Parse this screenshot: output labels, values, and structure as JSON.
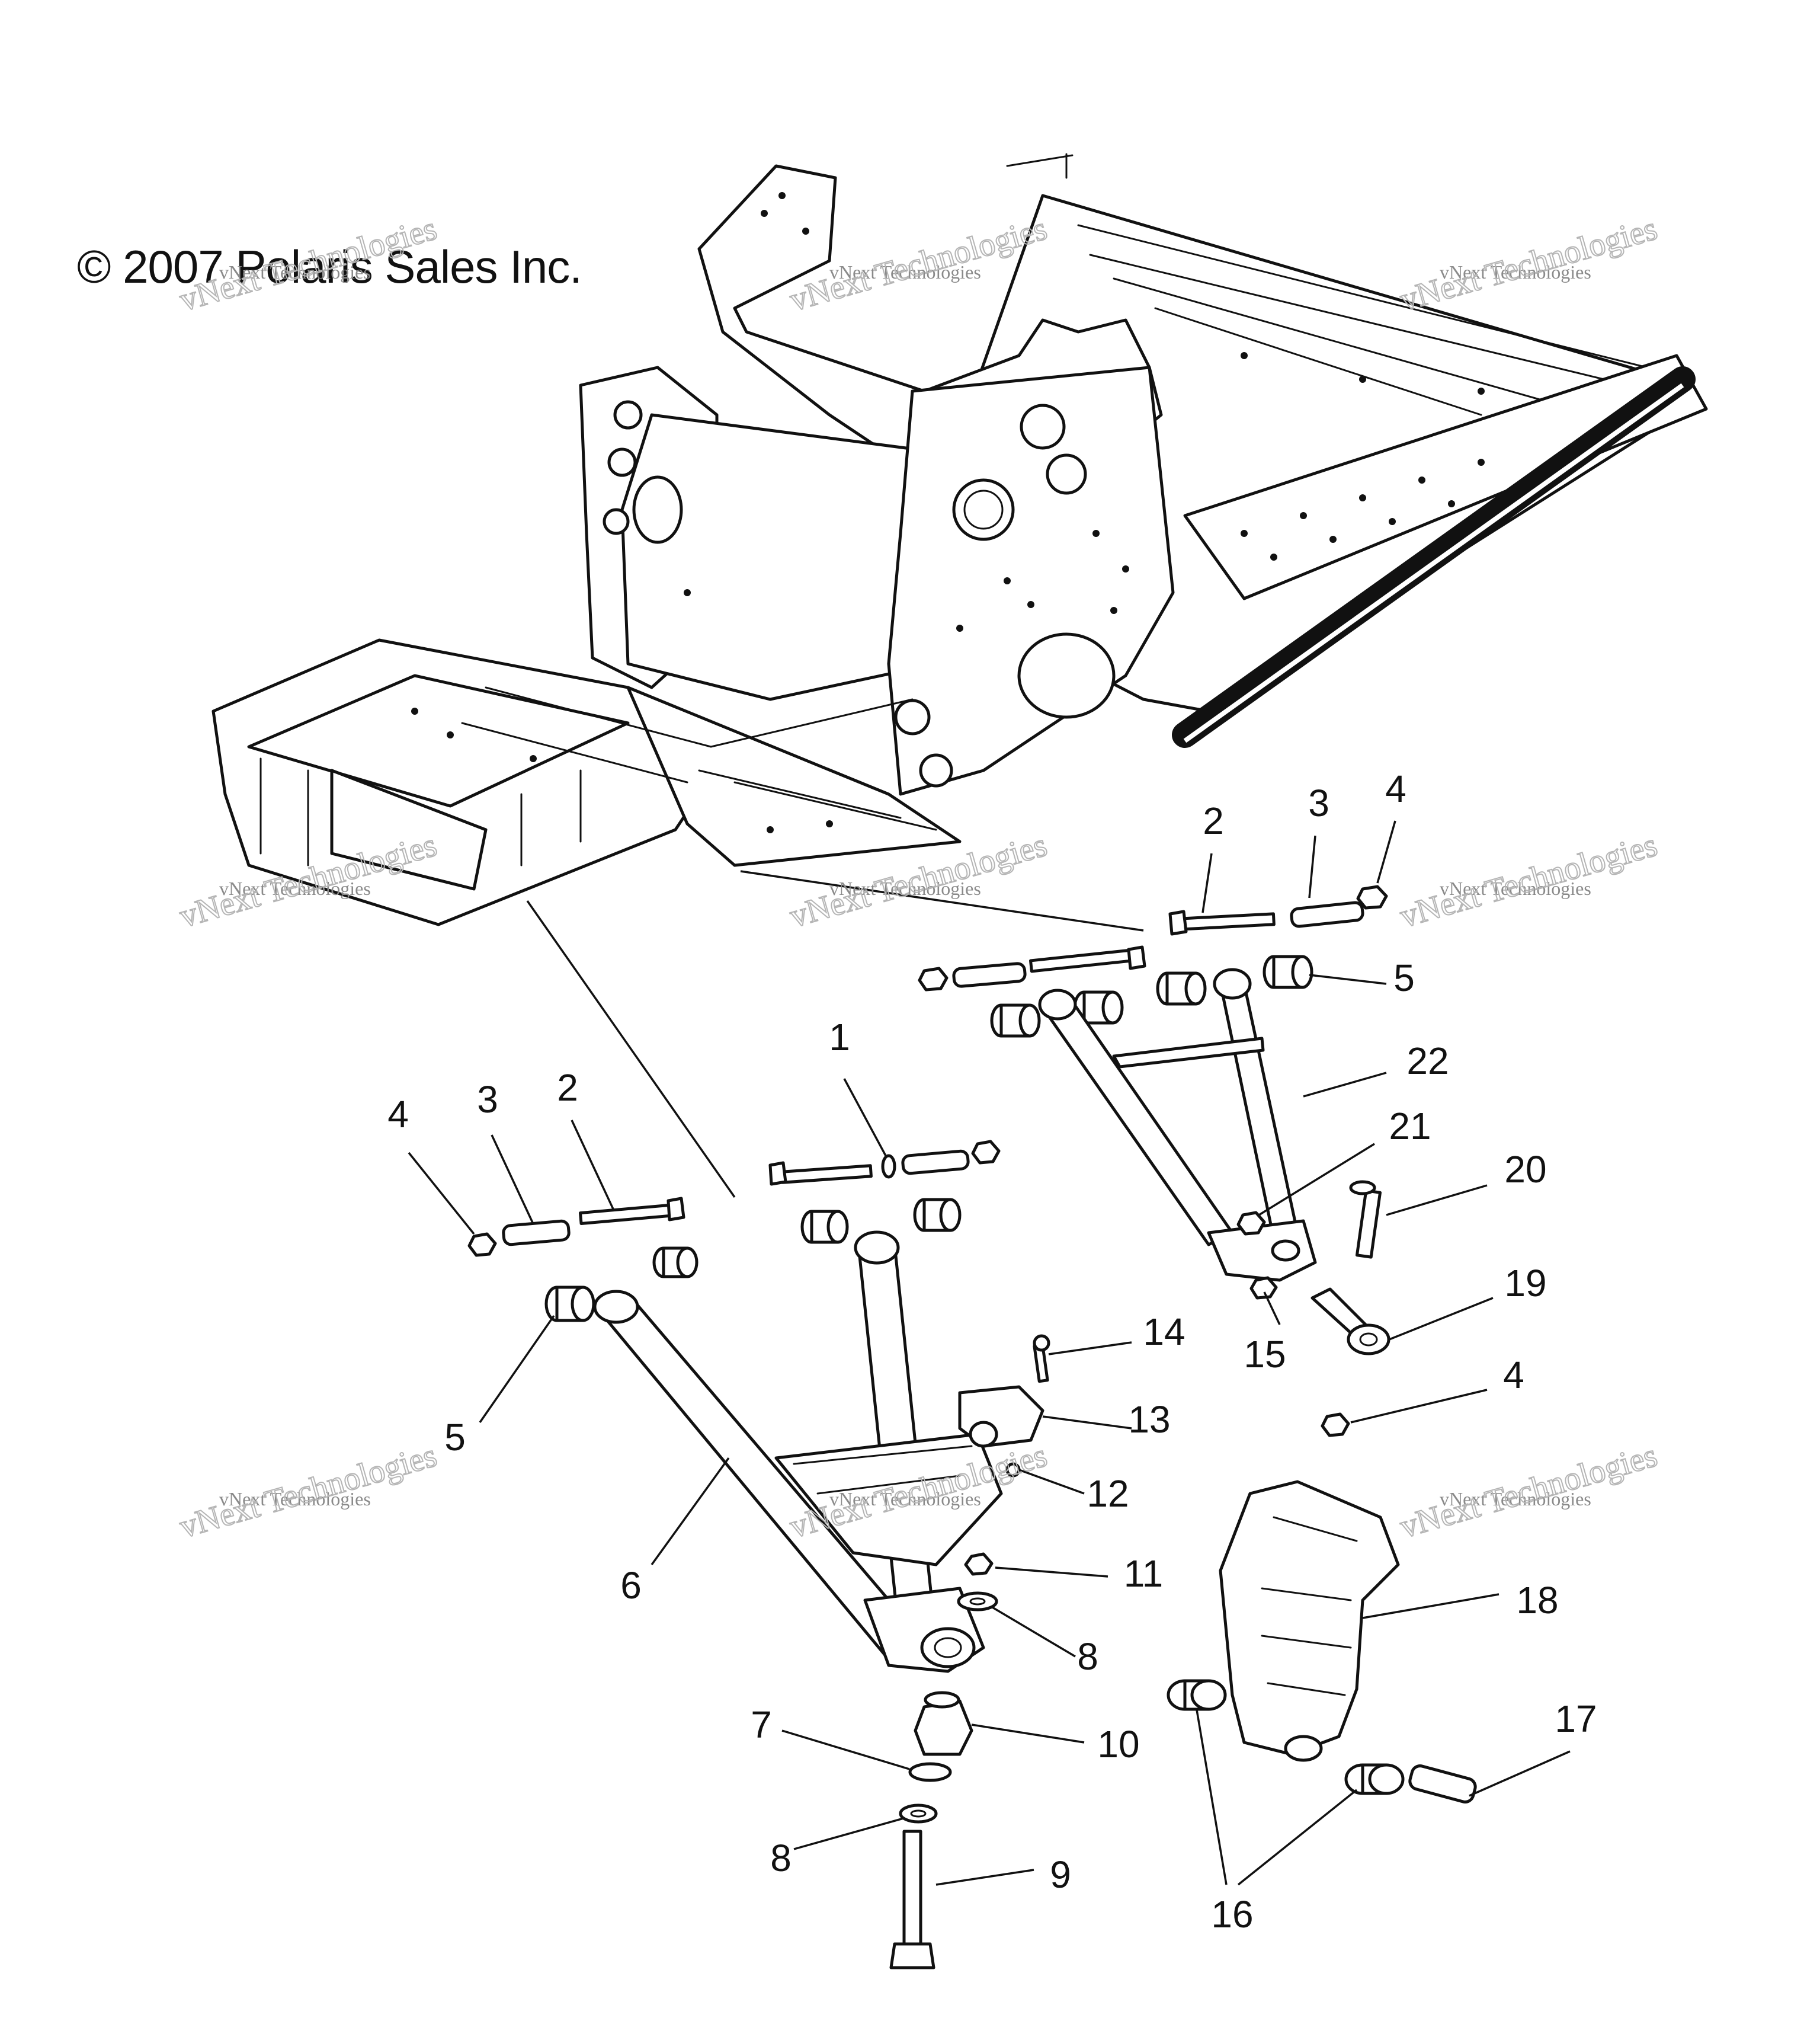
{
  "copyright": "© 2007 Polaris Sales Inc.",
  "watermark": {
    "line1": "vNext Technologies",
    "line2": "vNext Technologies"
  },
  "callouts": [
    {
      "id": "c1",
      "text": "1"
    },
    {
      "id": "c2a",
      "text": "2"
    },
    {
      "id": "c3a",
      "text": "3"
    },
    {
      "id": "c4a",
      "text": "4"
    },
    {
      "id": "c5a",
      "text": "5"
    },
    {
      "id": "c22",
      "text": "22"
    },
    {
      "id": "c21",
      "text": "21"
    },
    {
      "id": "c20",
      "text": "20"
    },
    {
      "id": "c19",
      "text": "19"
    },
    {
      "id": "c15",
      "text": "15"
    },
    {
      "id": "c4b",
      "text": "4"
    },
    {
      "id": "c4c",
      "text": "4"
    },
    {
      "id": "c3b",
      "text": "3"
    },
    {
      "id": "c2b",
      "text": "2"
    },
    {
      "id": "c5b",
      "text": "5"
    },
    {
      "id": "c14",
      "text": "14"
    },
    {
      "id": "c13",
      "text": "13"
    },
    {
      "id": "c12",
      "text": "12"
    },
    {
      "id": "c6",
      "text": "6"
    },
    {
      "id": "c11",
      "text": "11"
    },
    {
      "id": "c8a",
      "text": "8"
    },
    {
      "id": "c18",
      "text": "18"
    },
    {
      "id": "c7",
      "text": "7"
    },
    {
      "id": "c10",
      "text": "10"
    },
    {
      "id": "c17",
      "text": "17"
    },
    {
      "id": "c8b",
      "text": "8"
    },
    {
      "id": "c9",
      "text": "9"
    },
    {
      "id": "c16",
      "text": "16"
    }
  ]
}
